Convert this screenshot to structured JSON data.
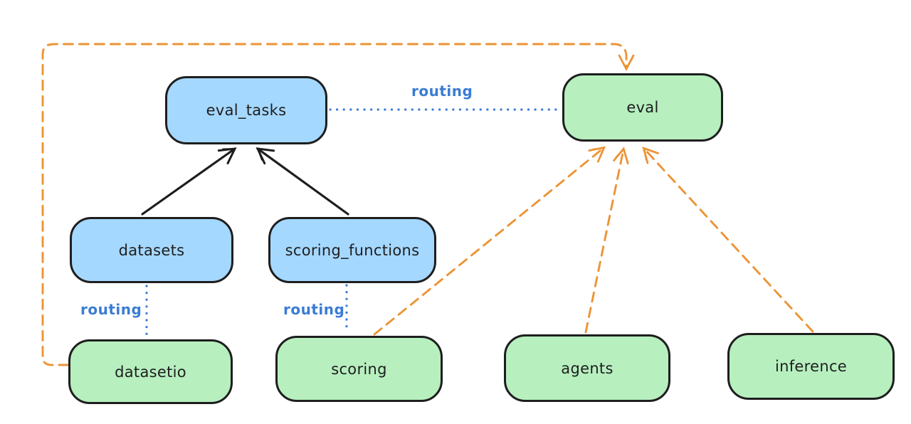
{
  "diagram": {
    "background_color": "#ffffff",
    "colors": {
      "blue_node_fill": "#a5d8ff",
      "green_node_fill": "#b7efbf",
      "node_border": "#1e1e1e",
      "black_arrow": "#1e1e1e",
      "routing_blue": "#3b7cd3",
      "orange_dashed": "#ec9435"
    },
    "nodes": {
      "eval_tasks": {
        "label": "eval_tasks",
        "color": "blue"
      },
      "eval": {
        "label": "eval",
        "color": "green"
      },
      "datasets": {
        "label": "datasets",
        "color": "blue"
      },
      "scoring_functions": {
        "label": "scoring_functions",
        "color": "blue"
      },
      "datasetio": {
        "label": "datasetio",
        "color": "green"
      },
      "scoring": {
        "label": "scoring",
        "color": "green"
      },
      "agents": {
        "label": "agents",
        "color": "green"
      },
      "inference": {
        "label": "inference",
        "color": "green"
      }
    },
    "edge_labels": {
      "eval_tasks_to_eval": "routing",
      "datasets_to_datasetio": "routing",
      "scoring_functions_to_scoring": "routing"
    },
    "edges": [
      {
        "from": "datasets",
        "to": "eval_tasks",
        "style": "solid",
        "color": "black",
        "arrowhead": "end"
      },
      {
        "from": "scoring_functions",
        "to": "eval_tasks",
        "style": "solid",
        "color": "black",
        "arrowhead": "end"
      },
      {
        "from": "eval_tasks",
        "to": "eval",
        "style": "dotted",
        "color": "blue",
        "label": "routing",
        "arrowhead": "none"
      },
      {
        "from": "datasets",
        "to": "datasetio",
        "style": "dotted",
        "color": "blue",
        "label": "routing",
        "arrowhead": "none"
      },
      {
        "from": "scoring_functions",
        "to": "scoring",
        "style": "dotted",
        "color": "blue",
        "label": "routing",
        "arrowhead": "none"
      },
      {
        "from": "datasetio",
        "to": "eval",
        "style": "dashed",
        "color": "orange",
        "arrowhead": "end",
        "route": "left-up-over-top"
      },
      {
        "from": "scoring",
        "to": "eval",
        "style": "dashed",
        "color": "orange",
        "arrowhead": "end"
      },
      {
        "from": "agents",
        "to": "eval",
        "style": "dashed",
        "color": "orange",
        "arrowhead": "end"
      },
      {
        "from": "inference",
        "to": "eval",
        "style": "dashed",
        "color": "orange",
        "arrowhead": "end"
      }
    ]
  }
}
